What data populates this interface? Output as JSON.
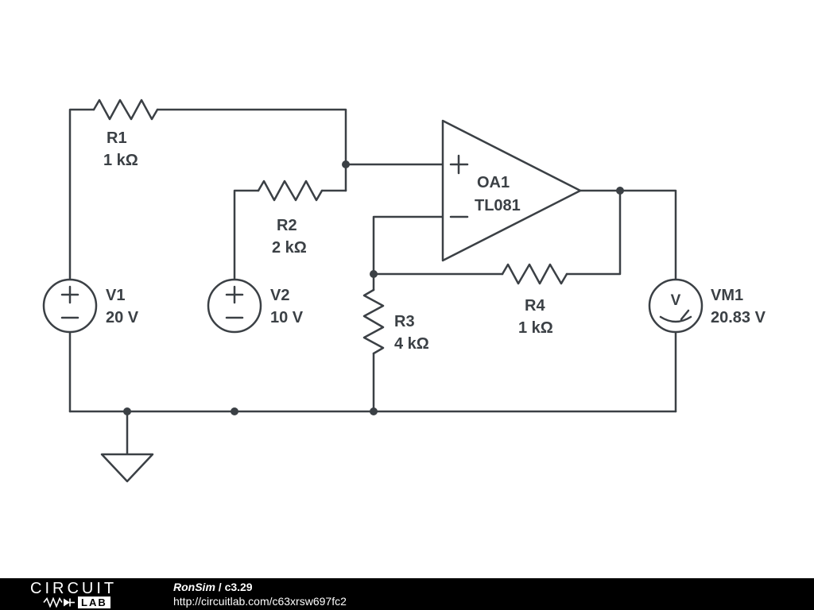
{
  "colors": {
    "schematic": "#3b4045",
    "background": "#ffffff",
    "footer_bg": "#000000",
    "footer_text": "#ffffff"
  },
  "components": {
    "r1": {
      "name": "R1",
      "value": "1 kΩ"
    },
    "r2": {
      "name": "R2",
      "value": "2 kΩ"
    },
    "r3": {
      "name": "R3",
      "value": "4 kΩ"
    },
    "r4": {
      "name": "R4",
      "value": "1 kΩ"
    },
    "v1": {
      "name": "V1",
      "value": "20 V"
    },
    "v2": {
      "name": "V2",
      "value": "10 V"
    },
    "oa1": {
      "name": "OA1",
      "part": "TL081"
    },
    "vm1": {
      "name": "VM1",
      "value": "20.83 V",
      "meter_letter": "V"
    }
  },
  "footer": {
    "logo_circuit": "CIRCUIT",
    "logo_lab": "LAB",
    "author": "RonSim",
    "separator": " / ",
    "circuit_id": "c3.29",
    "url": "http://circuitlab.com/c63xrsw697fc2"
  }
}
